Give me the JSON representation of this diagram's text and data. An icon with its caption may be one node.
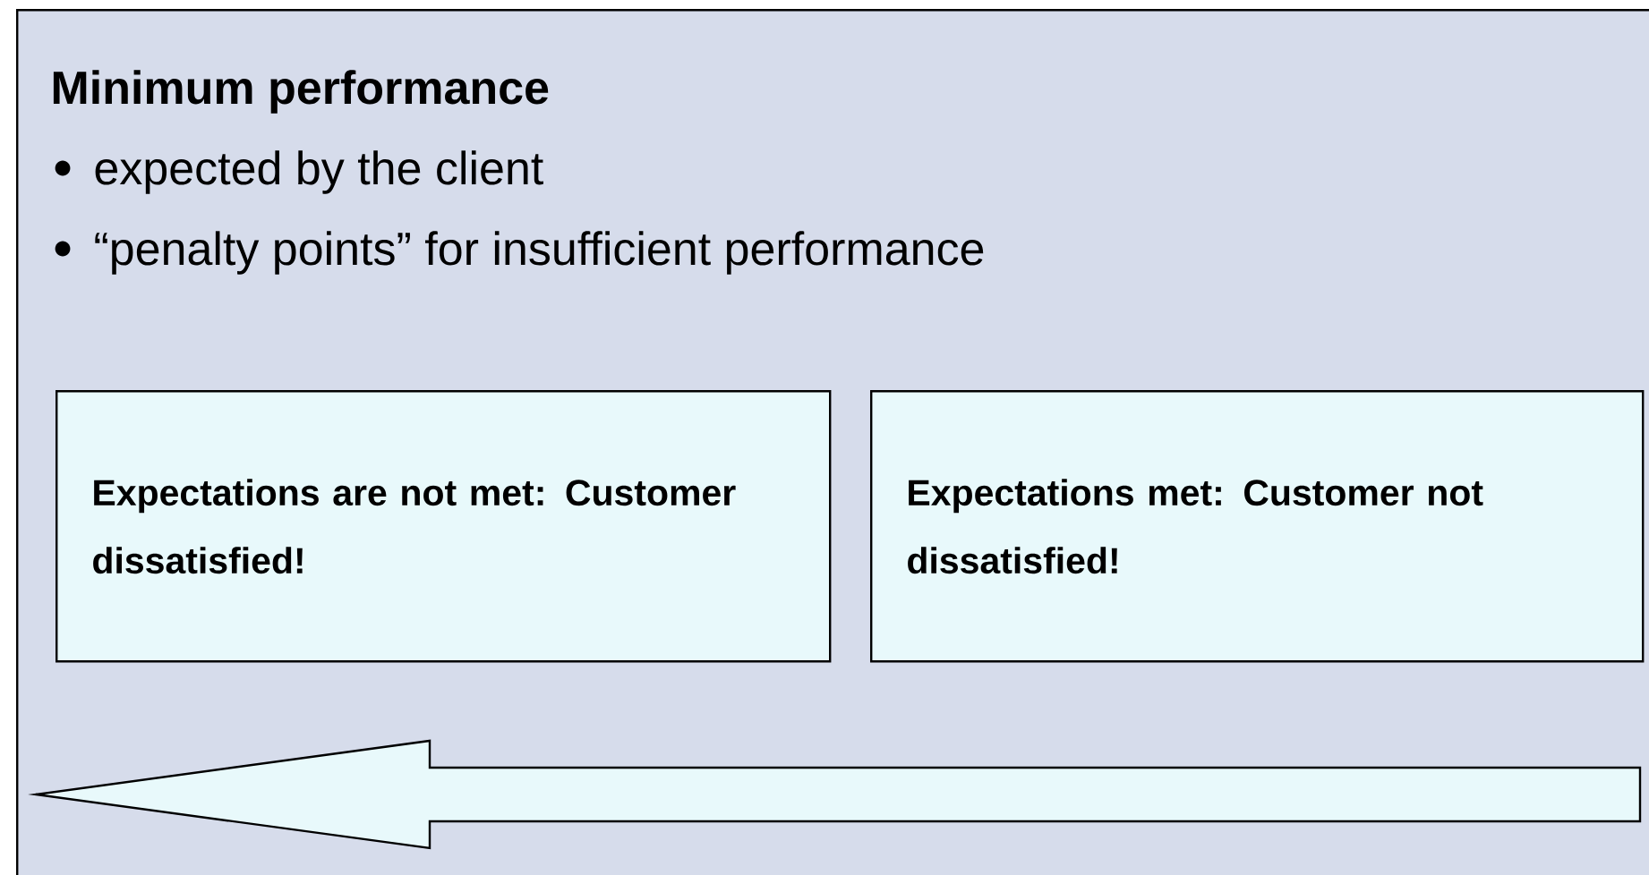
{
  "diagram": {
    "nodes": [
      {
        "text": [
          "Minimum performance",
          "expected by the client",
          "“penalty points” for insufficient performance"
        ]
      },
      {
        "text": [
          "Expectations are not met: Customer dissatisfied!"
        ],
        "in": 0
      },
      {
        "text": [
          "Expectations met: Customer not dissatisfied!"
        ],
        "in": 0
      }
    ]
  }
}
